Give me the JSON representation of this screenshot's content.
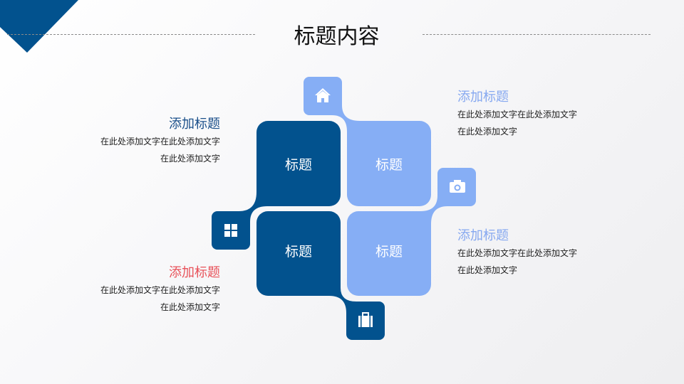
{
  "slide": {
    "title": "标题内容"
  },
  "colors": {
    "dark": "#02528e",
    "light": "#86aef5",
    "red": "#e8525a"
  },
  "tiles": [
    {
      "label": "标题"
    },
    {
      "label": "标题"
    },
    {
      "label": "标题"
    },
    {
      "label": "标题"
    }
  ],
  "icons": [
    "home-icon",
    "camera-icon",
    "grid-icon",
    "briefcase-icon"
  ],
  "blocks": [
    {
      "heading": "添加标题",
      "line1": "在此处添加文字在此处添加文字",
      "line2": "在此处添加文字"
    },
    {
      "heading": "添加标题",
      "line1": "在此处添加文字在此处添加文字",
      "line2": "在此处添加文字"
    },
    {
      "heading": "添加标题",
      "line1": "在此处添加文字在此处添加文字",
      "line2": "在此处添加文字"
    },
    {
      "heading": "添加标题",
      "line1": "在此处添加文字在此处添加文字",
      "line2": "在此处添加文字"
    }
  ]
}
